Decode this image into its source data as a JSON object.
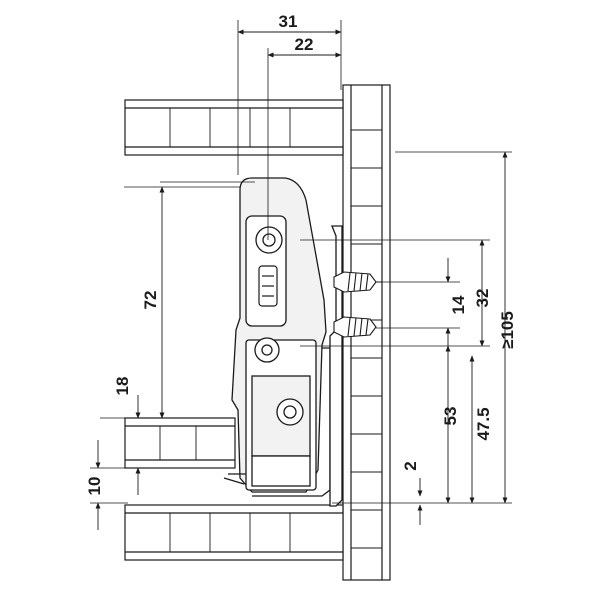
{
  "dimensions": {
    "top_outer": "31",
    "top_inner": "22",
    "left_height": "72",
    "side_thickness": "18",
    "bottom_gap": "10",
    "right_spacing": "14",
    "right_hole_distance": "32",
    "right_overall": "≥105",
    "right_53": "53",
    "right_47_5": "47.5",
    "right_2": "2"
  },
  "colors": {
    "line": "#1a1a1a",
    "panel_fill": "#ffffff",
    "runner_fill": "#f2f2f2"
  },
  "icons": [
    "screw-icon",
    "adjustment-cam-icon"
  ]
}
